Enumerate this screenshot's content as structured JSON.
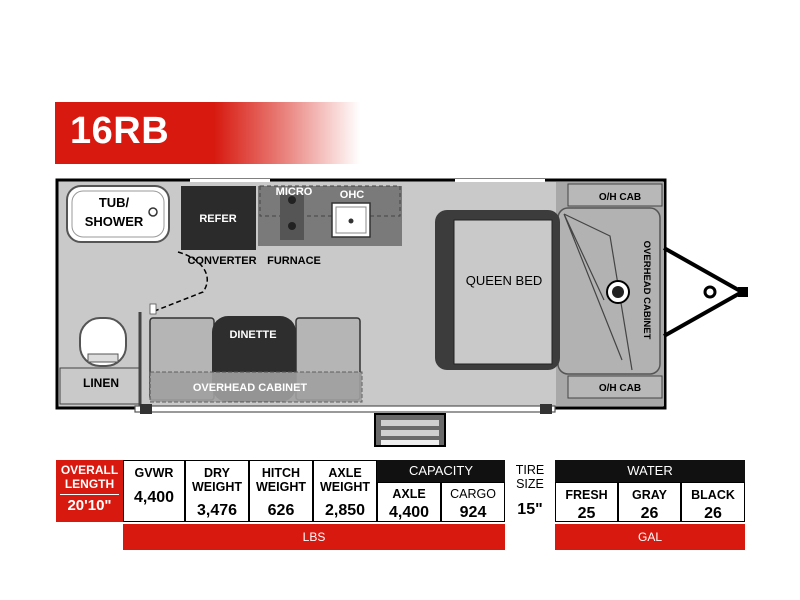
{
  "model": "16RB",
  "floorplan": {
    "rooms": {
      "tub_shower": [
        "TUB/",
        "SHOWER"
      ],
      "refer": "REFER",
      "micro": "MICRO",
      "ohc": "OHC",
      "converter": "CONVERTER",
      "furnace": "FURNACE",
      "queen_bed": "QUEEN   BED",
      "oh_cab_top": "O/H CAB",
      "oh_cab_bottom": "O/H CAB",
      "overhead_cabinet_front": "OVERHEAD CABINET",
      "dinette": "DINETTE",
      "linen": "LINEN",
      "overhead_cabinet_side": "OVERHEAD CABINET"
    }
  },
  "specs": {
    "overall_length": {
      "label": [
        "OVERALL",
        "LENGTH"
      ],
      "value": "20'10\""
    },
    "gvwr": {
      "label": "GVWR",
      "value": "4,400"
    },
    "dry_weight": {
      "label": [
        "DRY",
        "WEIGHT"
      ],
      "value": "3,476"
    },
    "hitch_weight": {
      "label": [
        "HITCH",
        "WEIGHT"
      ],
      "value": "626"
    },
    "axle_weight": {
      "label": [
        "AXLE",
        "WEIGHT"
      ],
      "value": "2,850"
    },
    "capacity": {
      "label": "CAPACITY",
      "axle": {
        "label": "AXLE",
        "value": "4,400"
      },
      "cargo": {
        "label": "CARGO",
        "value": "924"
      }
    },
    "tire_size": {
      "label": [
        "TIRE",
        "SIZE"
      ],
      "value": "15\""
    },
    "water": {
      "label": "WATER",
      "fresh": {
        "label": "FRESH",
        "value": "25"
      },
      "gray": {
        "label": "GRAY",
        "value": "26"
      },
      "black": {
        "label": "BLACK",
        "value": "26"
      }
    },
    "lbs_unit": "LBS",
    "gal_unit": "GAL"
  },
  "colors": {
    "brand_red": "#d7190f",
    "floor_gray": "#c9c9c9",
    "dark_cabinet": "#2b2b2b",
    "bed_gray": "#3c3c3c"
  }
}
